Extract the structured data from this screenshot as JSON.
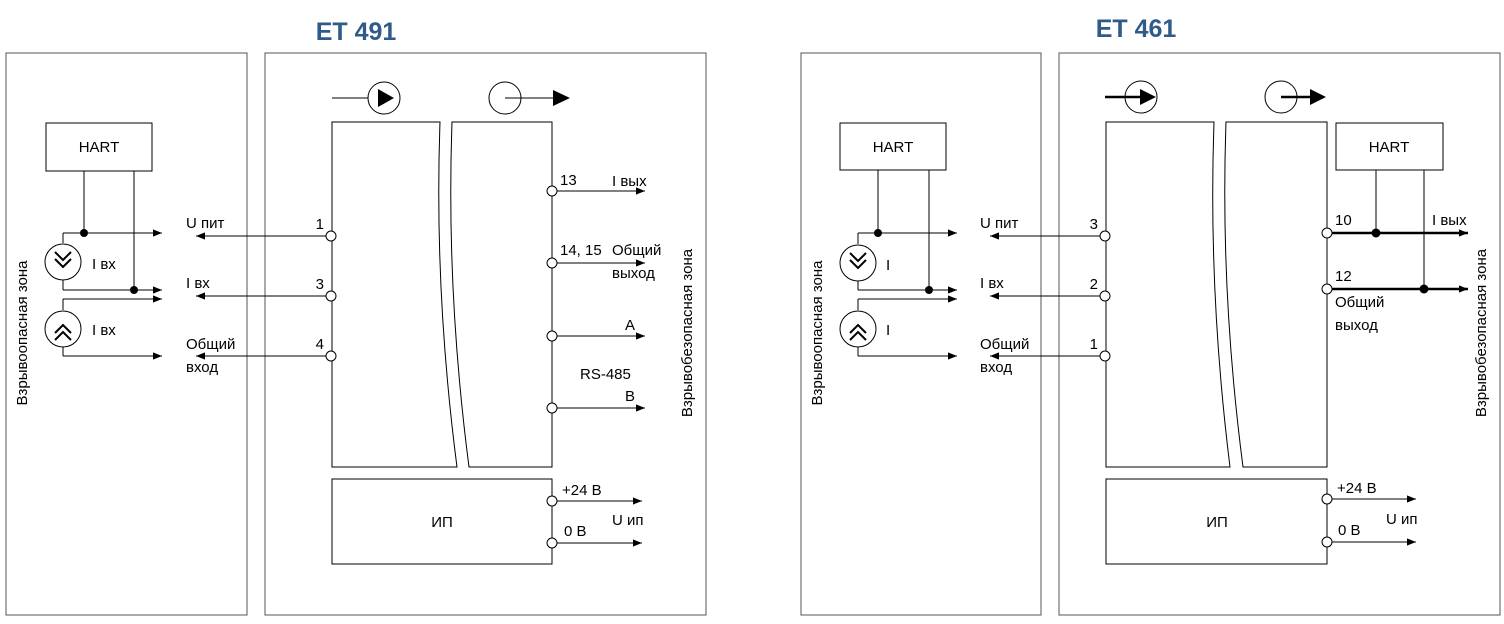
{
  "left": {
    "title": "ET 491",
    "zone_hazard": "Взрывоопасная зона",
    "zone_safe": "Взрывобезопасная зона",
    "hart": "HART",
    "src1": "I вх",
    "src2": "I вх",
    "in_upit": "U пит",
    "in_ivx": "I вх",
    "in_common1": "Общий",
    "in_common2": "вход",
    "t_in1": "1",
    "t_in2": "3",
    "t_in3": "4",
    "t_out1": "13",
    "out1": "I вых",
    "t_out2": "14, 15",
    "out2a": "Общий",
    "out2b": "выход",
    "outA": "A",
    "rs485": "RS-485",
    "outB": "B",
    "ps": "ИП",
    "ps_plus": "+24 В",
    "ps_uip": "U ип",
    "ps_zero": "0 В"
  },
  "right": {
    "title": "ET 461",
    "zone_hazard": "Взрывоопасная зона",
    "zone_safe": "Взрывобезопасная зона",
    "hart_in": "HART",
    "hart_out": "HART",
    "src1": "I",
    "src2": "I",
    "in_upit": "U пит",
    "in_ivx": "I вх",
    "in_common1": "Общий",
    "in_common2": "вход",
    "t_in1": "3",
    "t_in2": "2",
    "t_in3": "1",
    "t_out1": "10",
    "out1": "I вых",
    "t_out2": "12",
    "out2a": "Общий",
    "out2b": "выход",
    "ps": "ИП",
    "ps_plus": "+24 В",
    "ps_uip": "U ип",
    "ps_zero": "0 В"
  }
}
